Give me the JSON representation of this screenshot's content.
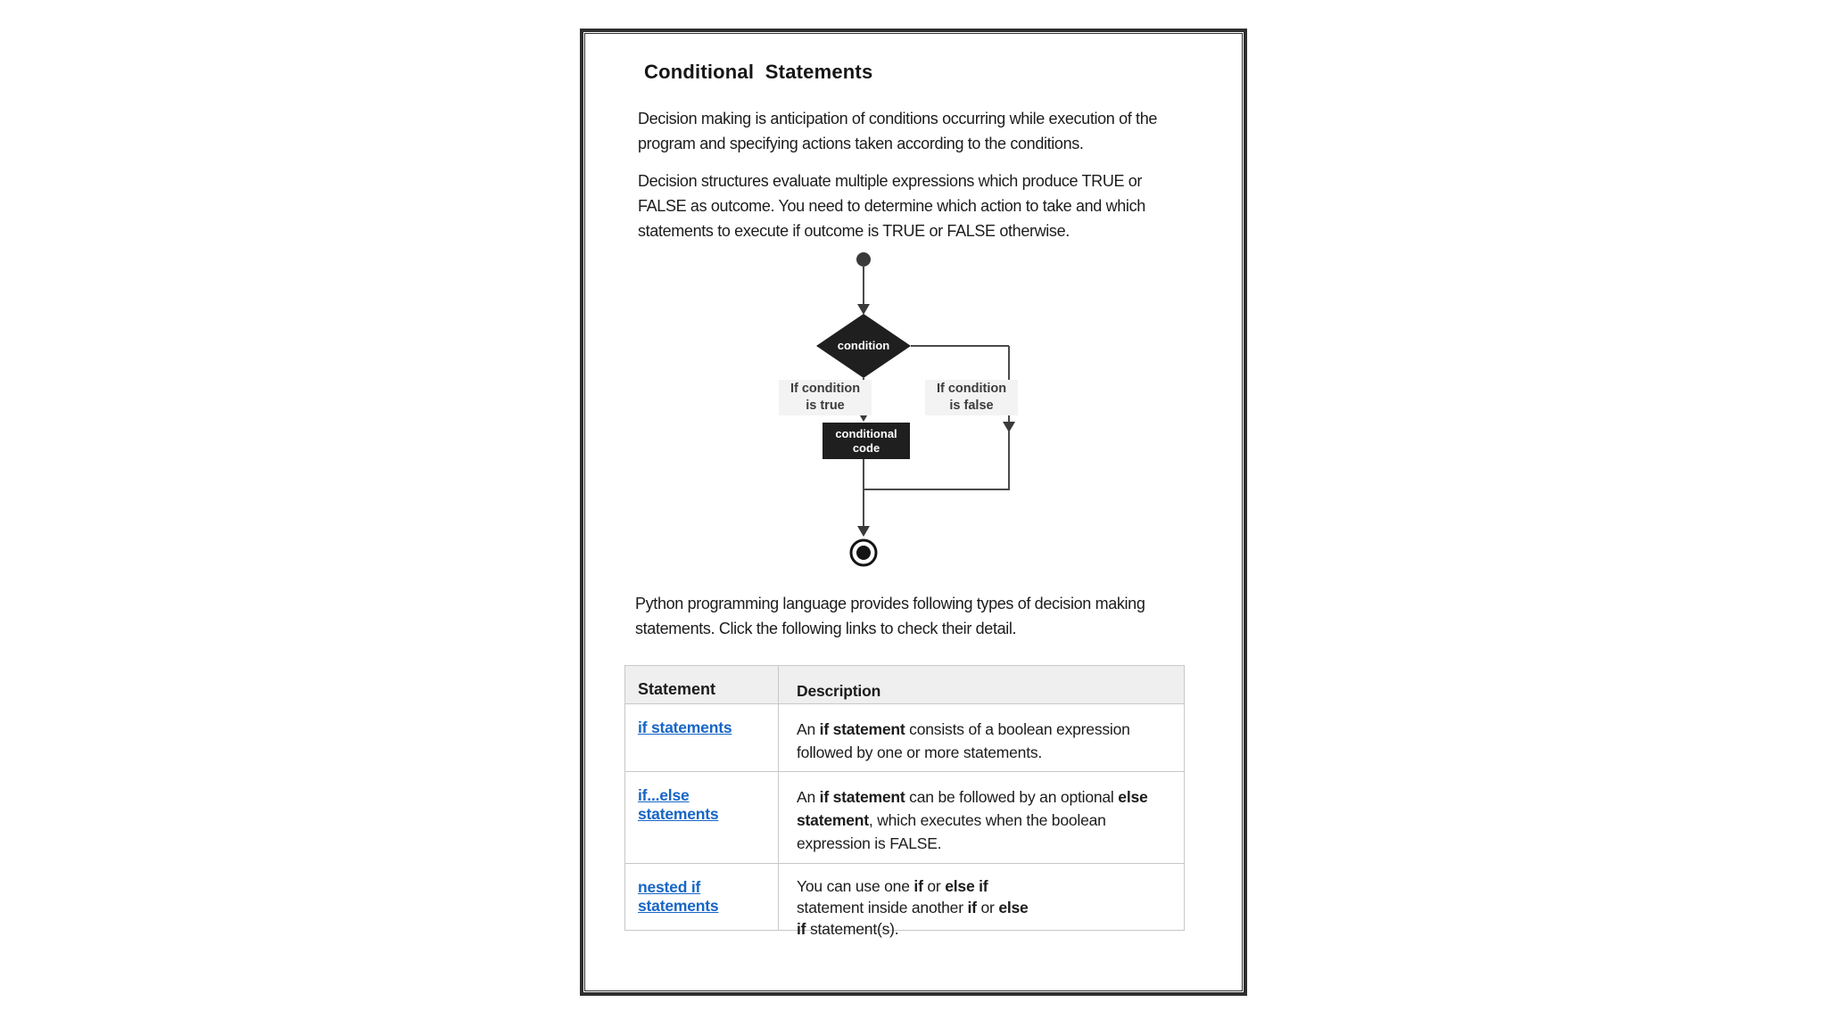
{
  "page": {
    "title": "Conditional  Statements",
    "paragraph1": "Decision making is anticipation of conditions occurring while execution of the\nprogram and specifying actions taken according to the conditions.",
    "paragraph2": "Decision structures evaluate multiple expressions which produce TRUE or\nFALSE as outcome. You need to determine which action to take and which\nstatements to execute if outcome is TRUE or FALSE otherwise.",
    "paragraph3": "Python programming language provides following types of decision making\nstatements. Click the following links to check their detail."
  },
  "flowchart": {
    "condition_label": "condition",
    "true_branch_label": "If condition\nis true",
    "false_branch_label": "If condition\nis false",
    "process_label": "conditional\ncode",
    "shape_color": "#1f1f1f",
    "line_color": "#4a4a4a",
    "arrow_color": "#3a3a3a"
  },
  "table": {
    "headers": [
      "Statement",
      "Description"
    ],
    "link_color": "#1766c5",
    "rows": [
      {
        "link": "if statements",
        "desc": [
          {
            "t": "An "
          },
          {
            "t": "if statement",
            "b": 1
          },
          {
            "t": " consists of a boolean expression\nfollowed  by one or more statements."
          }
        ]
      },
      {
        "link": "if...else statements",
        "desc": [
          {
            "t": "An "
          },
          {
            "t": "if statement",
            "b": 1
          },
          {
            "t": " can be followed by an optional "
          },
          {
            "t": "else\nstatement",
            "b": 1
          },
          {
            "t": ", which executes when the boolean\nexpression  is FALSE."
          }
        ]
      },
      {
        "link": "nested if statements",
        "desc": [
          {
            "t": "You can use one "
          },
          {
            "t": "if",
            "b": 1
          },
          {
            "t": " or "
          },
          {
            "t": "else if",
            "b": 1
          },
          {
            "t": "\nstatement inside  another "
          },
          {
            "t": "if",
            "b": 1
          },
          {
            "t": " or "
          },
          {
            "t": "else",
            "b": 1
          },
          {
            "t": "\n"
          },
          {
            "t": "if",
            "b": 1
          },
          {
            "t": "  statement(s)."
          }
        ]
      }
    ]
  }
}
